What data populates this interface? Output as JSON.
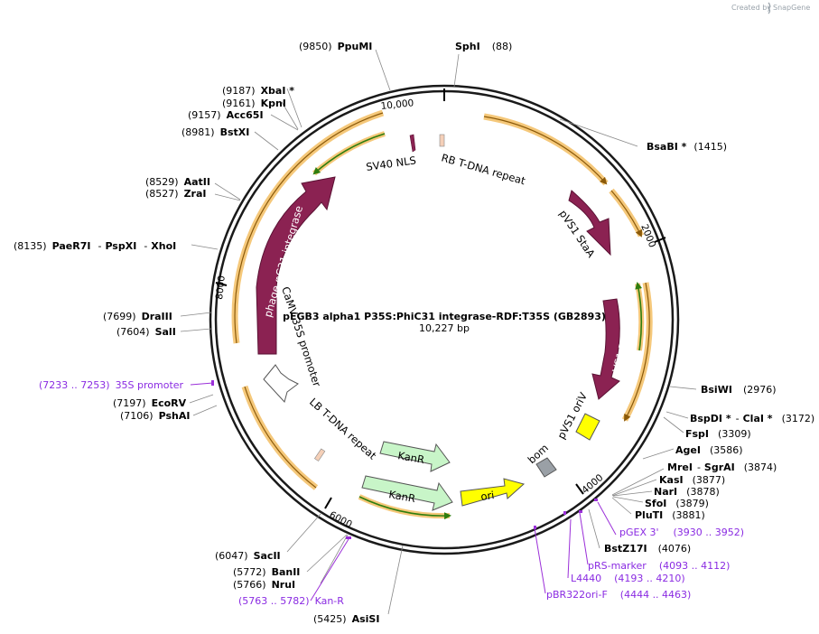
{
  "credit": {
    "prefix": "Created by",
    "brand": "SnapGene"
  },
  "title": "pEGB3 alpha1 P35S:PhiC31 integrase-RDF:T35S (GB2893)",
  "size_text": "10,227 bp",
  "ticks": [
    "10,000",
    "2000",
    "4000",
    "6000",
    "8000"
  ],
  "features": {
    "sv40": "SV40 NLS",
    "rb": "RB T-DNA repeat",
    "stab": "pVS1 StaA",
    "repa": "pVS1 RepA",
    "oriv": "pVS1 oriV",
    "bom": "bom",
    "ori": "ori",
    "kanr1": "KanR",
    "kanr2": "KanR",
    "lb": "LB T-DNA repeat",
    "camv": "CaMV 35S promoter",
    "integrase": "phage φC31 integrase"
  },
  "sites": {
    "ppumi": {
      "pos": "(9850)",
      "name": "PpuMI"
    },
    "sphi": {
      "name": "SphI",
      "pos": "(88)"
    },
    "xbai": {
      "pos": "(9187)",
      "name": "XbaI *"
    },
    "kpni": {
      "pos": "(9161)",
      "name": "KpnI"
    },
    "acc65i": {
      "pos": "(9157)",
      "name": "Acc65I"
    },
    "bstxi": {
      "pos": "(8981)",
      "name": "BstXI"
    },
    "aatii": {
      "pos": "(8529)",
      "name": "AatII"
    },
    "zrai": {
      "pos": "(8527)",
      "name": "ZraI"
    },
    "paer7i": {
      "pos": "(8135)",
      "name": "PaeR7I",
      "sep1": "-",
      "name2": "PspXI",
      "sep2": "-",
      "name3": "XhoI"
    },
    "draiii": {
      "pos": "(7699)",
      "name": "DraIII"
    },
    "sali": {
      "pos": "(7604)",
      "name": "SalI"
    },
    "ecorv": {
      "pos": "(7197)",
      "name": "EcoRV"
    },
    "pshai": {
      "pos": "(7106)",
      "name": "PshAI"
    },
    "sacii": {
      "pos": "(6047)",
      "name": "SacII"
    },
    "banii": {
      "pos": "(5772)",
      "name": "BanII"
    },
    "nrui": {
      "pos": "(5766)",
      "name": "NruI"
    },
    "asisi": {
      "pos": "(5425)",
      "name": "AsiSI"
    },
    "bsabi": {
      "name": "BsaBI *",
      "pos": "(1415)"
    },
    "bsiwi": {
      "name": "BsiWI",
      "pos": "(2976)"
    },
    "bspdi": {
      "name": "BspDI *",
      "sep": "-",
      "name2": "ClaI *",
      "pos": "(3172)"
    },
    "fspi": {
      "name": "FspI",
      "pos": "(3309)"
    },
    "agei": {
      "name": "AgeI",
      "pos": "(3586)"
    },
    "mrei": {
      "name": "MreI",
      "sep": "-",
      "name2": "SgrAI",
      "pos": "(3874)"
    },
    "kasi": {
      "name": "KasI",
      "pos": "(3877)"
    },
    "nari": {
      "name": "NarI",
      "pos": "(3878)"
    },
    "sfoi": {
      "name": "SfoI",
      "pos": "(3879)"
    },
    "pluti": {
      "name": "PluTI",
      "pos": "(3881)"
    },
    "bstz17i": {
      "name": "BstZ17I",
      "pos": "(4076)"
    }
  },
  "primers": {
    "p35s": {
      "range": "(7233 .. 7253)",
      "name": "35S promoter"
    },
    "kan": {
      "range": "(5763 .. 5782)",
      "name": "Kan-R"
    },
    "pgex": {
      "name": "pGEX 3'",
      "range": "(3930 .. 3952)"
    },
    "prs": {
      "name": "pRS-marker",
      "range": "(4093 .. 4112)"
    },
    "l4440": {
      "name": "L4440",
      "range": "(4193 .. 4210)"
    },
    "pbr": {
      "name": "pBR322ori-F",
      "range": "(4444 .. 4463)"
    }
  },
  "colors": {
    "backbone": "#1a1a1a",
    "integrase": "#8b2252",
    "ori": "#ffff00",
    "kanr": "#c8f5c8",
    "primer": "#9b30d9",
    "cds_orange": "#f5c87a",
    "cds_dark": "#b8860b",
    "green_line": "#3a9a1a"
  }
}
